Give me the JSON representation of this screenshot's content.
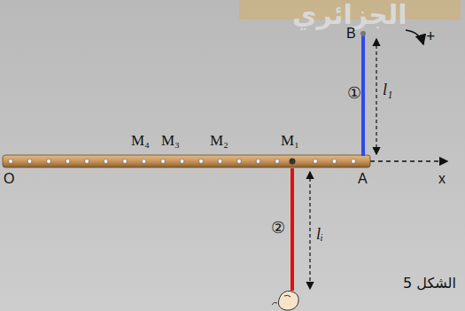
{
  "diagram": {
    "labels": [
      "الجزائري",
      "B",
      "①",
      "l₁",
      "+",
      "M₄",
      "M₃",
      "M₂",
      "M₁",
      "O",
      "A",
      "x",
      "②",
      "lᵢ",
      "الشكل 5"
    ]
  }
}
